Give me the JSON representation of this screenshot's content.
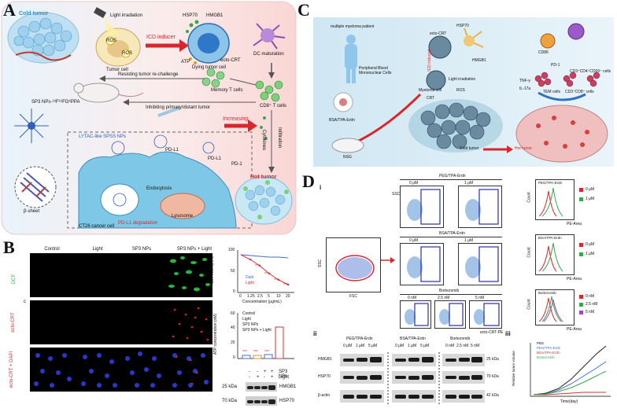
{
  "panelA": {
    "label": "A",
    "cold_tumor": "Cold tumor",
    "light_irradiation": "Light irradiation",
    "ros1": "ROS",
    "ros2": "ROS",
    "tumor_cell": "Tumor cell",
    "icd_inducer": "ICD inducer",
    "hsp70": "HSP70",
    "hmgb1": "HMGB1",
    "atp": "ATP",
    "ecto_crt": "ecto-CRT",
    "dying_tumor_cell": "Dying tumor cell",
    "dc_maturation": "DC maturation",
    "resisting": "Resisting tumor re-challenge",
    "memory_t": "Memory T cells",
    "sp3_nps": "SP3 NPs-¹⁸F¹⁸FG⁸PPA",
    "inhibiting": "Inhibiting primary/distant tumor",
    "cd8": "CD8⁺ T cells",
    "lytac": "LYTAC-like SPSS NPs",
    "cytokines": "Cytokines",
    "infiltration": "Infiltration",
    "increasing": "Increasing",
    "pdl1_a": "PD-L1",
    "pdl1_b": "PD-L1",
    "pd1": "PD-1",
    "beta_sheet": "β-sheet",
    "endocytosis": "Endocytosis",
    "pdl1_degradation": "PD-L1 degradation",
    "lysosome": "Lysosome",
    "ct26": "CT26 cancer cell",
    "hot_tumor": "Hot tumor"
  },
  "panelB": {
    "label": "B",
    "columns": [
      "Control",
      "Light",
      "SP3 NPs",
      "SP3 NPs + Light"
    ],
    "rows": [
      "DCF",
      "ecto-CRT",
      "ecto-CRT + DAPI"
    ],
    "row_marker": "c",
    "viability": {
      "ylabel": "Cell viability (%)",
      "xlabel": "Concentration (μg/mL)",
      "legend": [
        "Dark",
        "Light"
      ],
      "yticks": [
        "100",
        "50",
        "0"
      ],
      "xticks": [
        "0",
        "1.25",
        "2.5",
        "5",
        "10",
        "20"
      ],
      "stars": [
        "***",
        "***",
        "***",
        "***"
      ]
    },
    "atp": {
      "ylabel": "ATP concentration (nM)",
      "legend": [
        "Control",
        "Light",
        "SP3 NPs",
        "SP3 NPs + Light"
      ],
      "yticks": [
        "60",
        "40",
        "20",
        "0"
      ],
      "stars": [
        "***",
        "***",
        "***"
      ]
    },
    "blot": {
      "header_row1": [
        "-",
        "-",
        "+",
        "+"
      ],
      "header_row1_label": "SP3 NPs",
      "header_row2": [
        "-",
        "+",
        "-",
        "+"
      ],
      "header_row2_label": "Light",
      "bands": [
        {
          "kda": "25 kDa",
          "name": "HMGB1"
        },
        {
          "kda": "70 kDa",
          "name": "HSP70"
        }
      ]
    }
  },
  "panelC": {
    "label": "C",
    "patient": "multiple myeloma patient",
    "pbmc": "Peripheral Blood Mononuclear Cells",
    "bsa": "BSA/TPA-Erdn",
    "nsg": "NSG",
    "myeloma": "Myeloma cell",
    "icd": "ICD induced",
    "crt": "CRT",
    "light": "Light irradiation",
    "ros": "ROS",
    "hsp70": "HSP70",
    "hmgb1": "HMGB1",
    "ecto": "ecto-CRT",
    "cd86": "CD86",
    "pd1": "PD-1",
    "tnf": "TNF-γ",
    "il17": "IL-17a",
    "tem": "TEM cells",
    "cd8_cells": "CD3⁺CD8⁺ cells",
    "cd4_cells": "CD3⁺CD4⁺CD69⁺ cells",
    "cold": "Cold tumor",
    "hot": "Hot tumor"
  },
  "panelD": {
    "label": "D",
    "sub_i": "i",
    "sub_ii": "ii",
    "sub_iii": "iii",
    "ssc": "SSC",
    "fsc": "FSC",
    "ecto_pe": "ecto-CRT-PE",
    "groups": [
      {
        "title": "PEG/TPA-Erdn",
        "conds": [
          "0 μM",
          "1 μM"
        ]
      },
      {
        "title": "BSA/TPA-Erdn",
        "conds": [
          "0 μM",
          "1 μM"
        ]
      },
      {
        "title": "Bortezomib",
        "conds": [
          "0 nM",
          "2.5 nM",
          "5 nM"
        ]
      }
    ],
    "histograms": [
      {
        "title": "PEG/TPA-Erdn",
        "legend": [
          "0 μM",
          "1 μM"
        ],
        "colors": [
          "#d8262c",
          "#3aa64a"
        ]
      },
      {
        "title": "BSA/TPA-Erdn",
        "legend": [
          "0 μM",
          "1 μM"
        ],
        "colors": [
          "#d8262c",
          "#3aa64a"
        ]
      },
      {
        "title": "Bortezomib",
        "legend": [
          "0 nM",
          "2.5 nM",
          "5 nM"
        ],
        "colors": [
          "#d8262c",
          "#3aa64a",
          "#a048b8"
        ]
      }
    ],
    "hist_y": "Count",
    "hist_x": "PE-Area",
    "blot_groups": [
      {
        "title": "PEG/TPA-Erdn",
        "lanes": [
          "0 μM",
          "1 μM",
          "5 μM"
        ]
      },
      {
        "title": "BSA/TPA-Erdn",
        "lanes": [
          "0 μM",
          "1 μM",
          "5 μM"
        ]
      },
      {
        "title": "Bortezomib",
        "lanes": [
          "0 nM",
          "2.5 nM",
          "5 nM"
        ]
      }
    ],
    "blot_rows": [
      {
        "name": "HMGB1",
        "kda": "25 kDa"
      },
      {
        "name": "HSP70",
        "kda": "70 kDa"
      },
      {
        "name": "β-actin",
        "kda": "42 kDa"
      }
    ],
    "growth": {
      "ylabel": "Relative tumor volume",
      "xlabel": "Time(day)",
      "legend": [
        "PBS",
        "PEG/TPA-Erdn",
        "BSA/TPA-Erdn",
        "Bortezomib"
      ],
      "colors": [
        "#222222",
        "#3b6fd0",
        "#d83030",
        "#3aa64a"
      ]
    }
  }
}
